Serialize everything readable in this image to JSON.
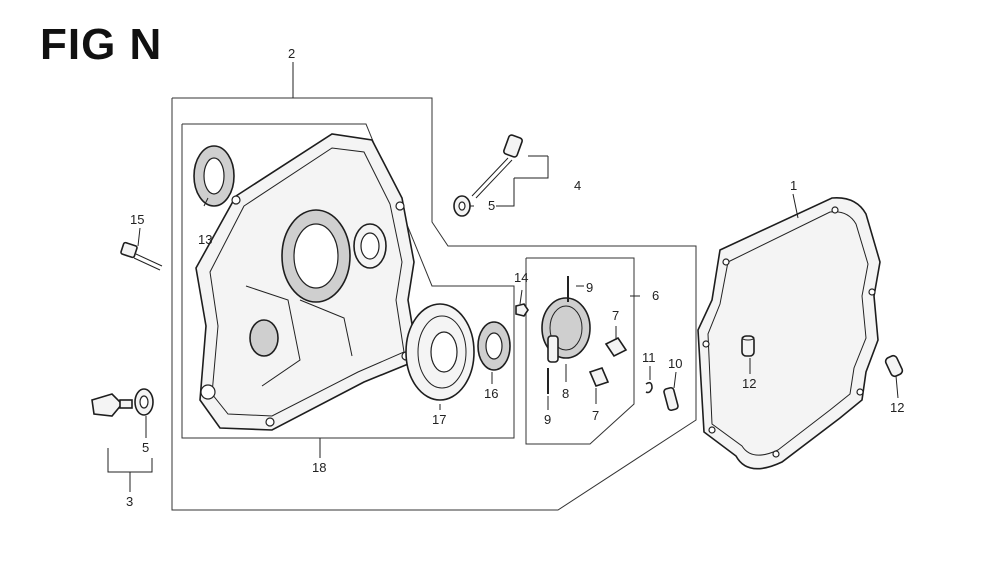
{
  "figure": {
    "title": "FIG N"
  },
  "callouts": {
    "c1": "1",
    "c2": "2",
    "c3": "3",
    "c4": "4",
    "c5a": "5",
    "c5b": "5",
    "c6": "6",
    "c7a": "7",
    "c7b": "7",
    "c8": "8",
    "c9a": "9",
    "c9b": "9",
    "c10": "10",
    "c11": "11",
    "c12a": "12",
    "c12b": "12",
    "c13": "13",
    "c14": "14",
    "c15": "15",
    "c16": "16",
    "c17": "17",
    "c18": "18"
  }
}
